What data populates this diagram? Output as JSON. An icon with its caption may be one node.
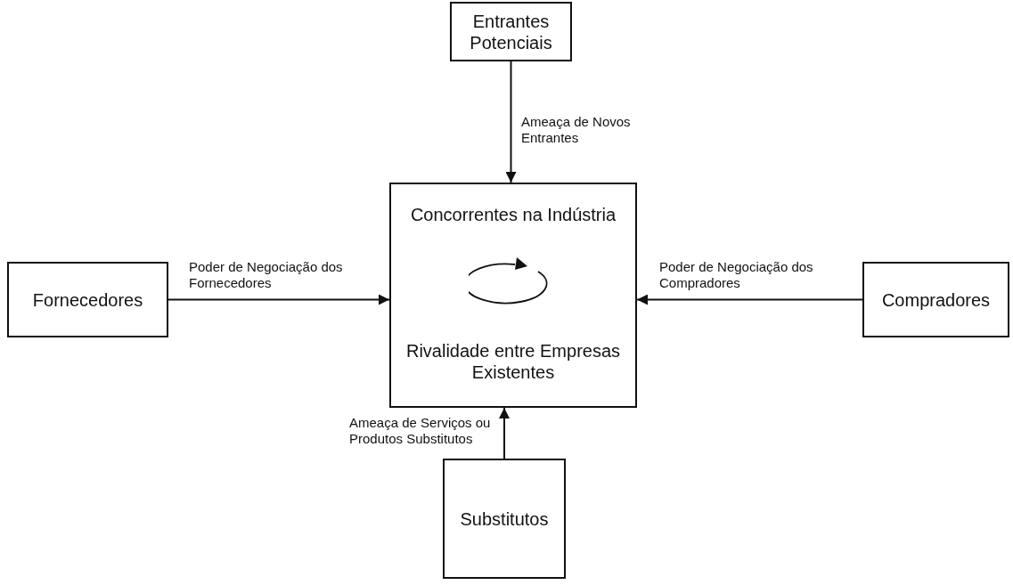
{
  "diagram": {
    "nodes": [
      {
        "text": [
          "Entrantes Potenciais"
        ]
      },
      {
        "text": [
          "Fornecedores"
        ]
      },
      {
        "text": [
          "Concorrentes na Indústria",
          "Rivalidade entre Empresas Existentes"
        ]
      },
      {
        "text": [
          "Compradores"
        ]
      },
      {
        "text": [
          "Substitutos"
        ]
      }
    ],
    "edges": [
      {
        "from": 0,
        "to": 2,
        "arrow": "to",
        "label": "Ameaça de Novos Entrantes"
      },
      {
        "from": 1,
        "to": 2,
        "arrow": "to",
        "label": "Poder de Negociação dos Fornecedores"
      },
      {
        "from": 3,
        "to": 2,
        "arrow": "to",
        "label": "Poder de Negociação dos Compradores"
      },
      {
        "from": 4,
        "to": 2,
        "arrow": "to",
        "label": "Ameaça de Serviços ou Produtos Substitutos"
      }
    ]
  }
}
